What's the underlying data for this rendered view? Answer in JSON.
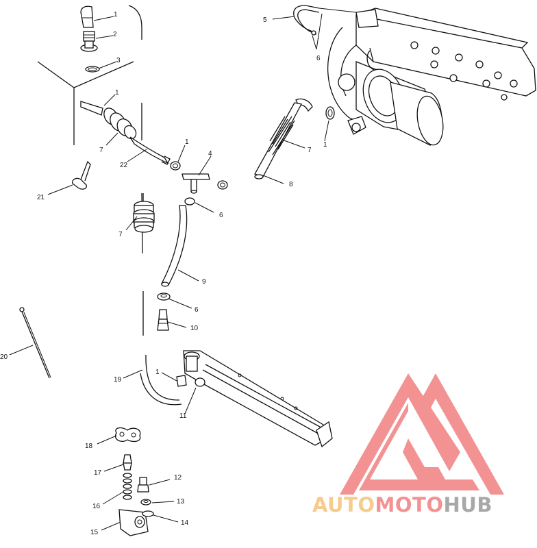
{
  "callouts": {
    "c1": "1",
    "c2": "2",
    "c3": "3",
    "c4": "1",
    "c5": "7",
    "c6": "22",
    "c7": "21",
    "c8": "1",
    "c9": "4",
    "c10": "",
    "c11": "6",
    "c12": "7",
    "c13": "9",
    "c14": "6",
    "c15": "10",
    "c16": "20",
    "c17": "19",
    "c18": "1",
    "c19": "11",
    "c20": "5",
    "c21": "6",
    "c22": "7",
    "c23": "1",
    "c24": "8",
    "c25": "18",
    "c26": "17",
    "c27": "12",
    "c28": "16",
    "c29": "13",
    "c30": "15",
    "c31": "14"
  },
  "watermark": {
    "text_part1": "AUTO",
    "text_part2": "MOTO",
    "text_part3": "HUB",
    "color_red": "#f08080",
    "color_orange": "#f5c27a",
    "color_gray": "#9a9a9a"
  }
}
